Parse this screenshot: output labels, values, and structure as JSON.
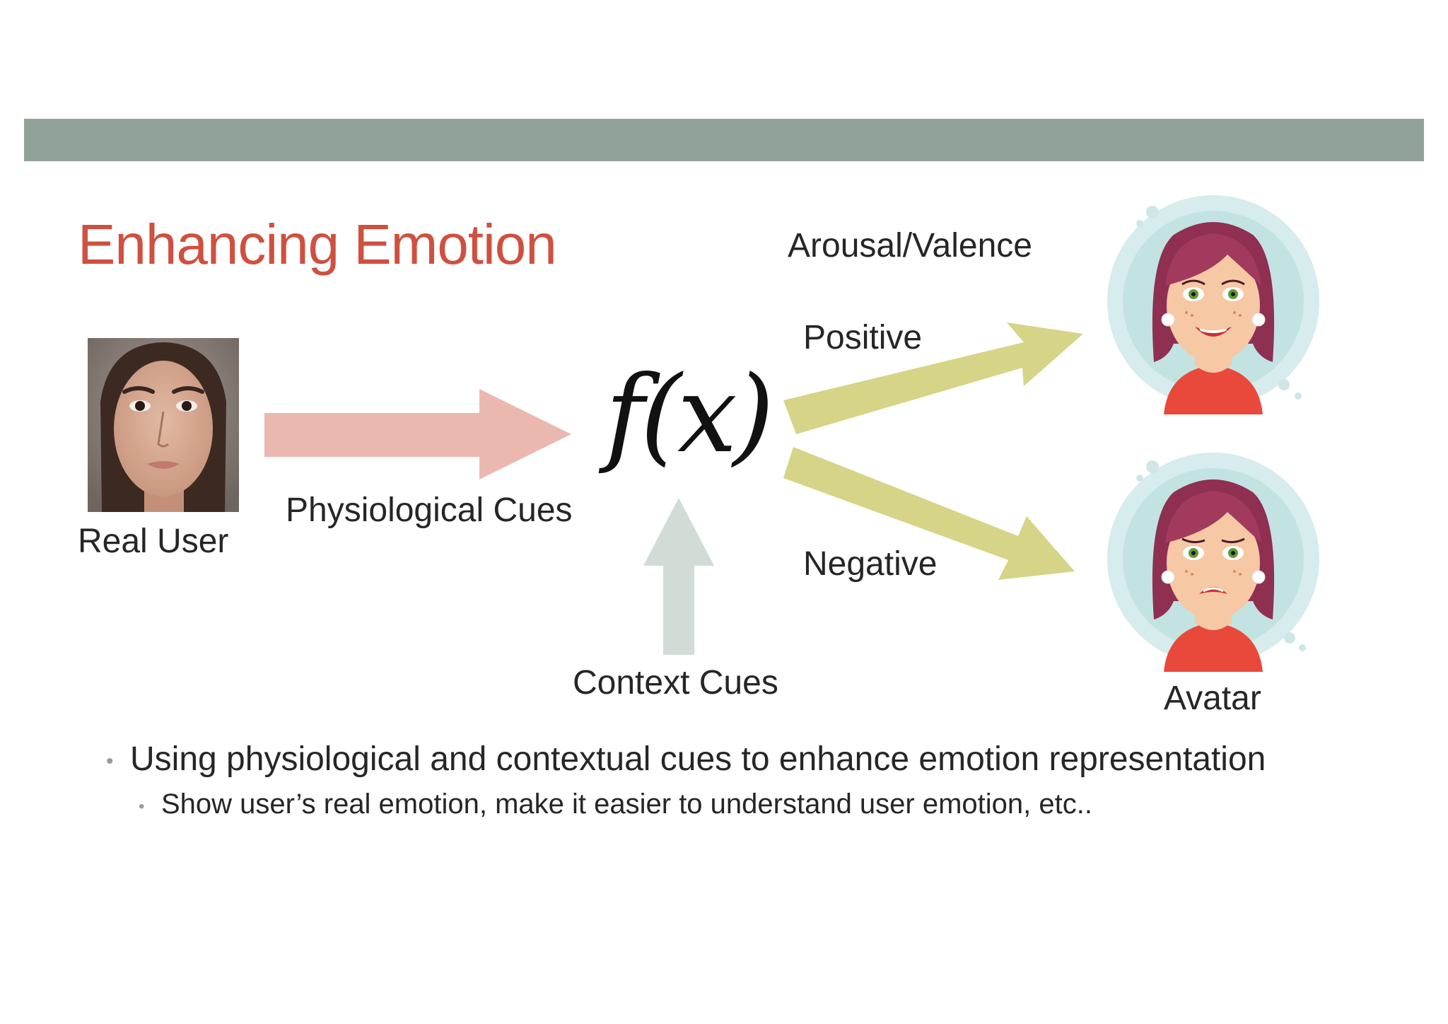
{
  "slide": {
    "title": "Enhancing Emotion",
    "header_bar_color": "#91a398",
    "title_color": "#cf5040"
  },
  "diagram": {
    "real_user_label": "Real User",
    "physiological_label": "Physiological Cues",
    "function_symbol": "f(x)",
    "context_label": "Context Cues",
    "arousal_valence_label": "Arousal/Valence",
    "positive_label": "Positive",
    "negative_label": "Negative",
    "avatar_label": "Avatar",
    "arrow_colors": {
      "physiological": "#ebb8b0",
      "context": "#d3dbd7",
      "outputs": "#d6d487"
    }
  },
  "bullets": {
    "main": "Using physiological and contextual cues to enhance emotion representation",
    "sub": "Show user’s real emotion, make it easier to understand user emotion, etc.."
  }
}
